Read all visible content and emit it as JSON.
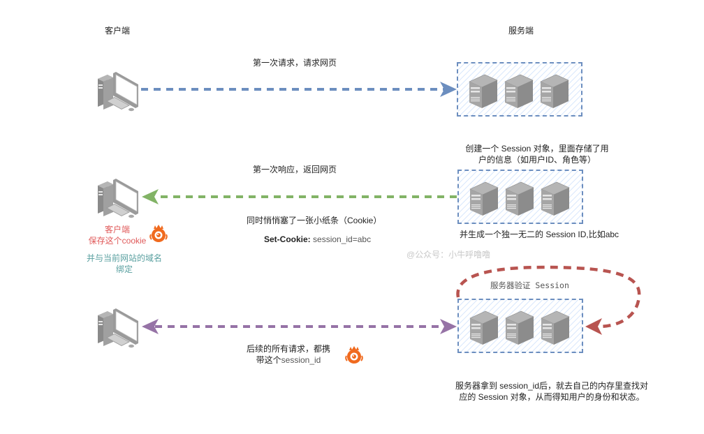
{
  "headers": {
    "client": "客户端",
    "server": "服务端"
  },
  "step1": {
    "label": "第一次请求，请求网页",
    "arrow_color": "#6c8ebf",
    "direction": "client-to-server"
  },
  "step2": {
    "server_note": "创建一个 Session 对象，里面存储了用户的信息（如用户ID、角色等）",
    "server_note_line1": "创建一个 Session 对象，里面存储了用",
    "server_note_line2": "户的信息（如用户ID、角色等）",
    "label": "第一次响应，返回网页",
    "arrow_color": "#82b366",
    "direction": "server-to-client",
    "cookie_note": "同时悄悄塞了一张小纸条（Cookie）",
    "set_cookie_key": "Set-Cookie:",
    "set_cookie_value": " session_id=abc",
    "server_bottom_note": "并生成一个独一无二的 Session ID,比如abc",
    "client_note_line1": "客户端",
    "client_note_line2": "保存这个cookie",
    "client_bind_line1": "并与当前网站的域名",
    "client_bind_line2": "绑定"
  },
  "watermark": "@公众号：小牛呼噜噜",
  "step3": {
    "verify_label": "服务器验证 Session",
    "verify_arrow_color": "#b85450",
    "label_line1": "后续的所有请求，都携",
    "label_line2_prefix": "带这个",
    "label_line2_code": "session_id",
    "arrow_color": "#9673a6",
    "direction": "bidirectional",
    "server_note_line1": "服务器拿到 session_id后，就去自己的内存里查找对",
    "server_note_line2": "应的 Session 对象，从而得知用户的身份和状态。"
  },
  "icons": {
    "client": "desktop-computer-icon",
    "server": "server-tower-icon",
    "cookie": "cookie-mascot-icon"
  },
  "colors": {
    "cookie_icon": "#f06a1e",
    "server_box_border": "#6c8ebf",
    "server_box_fill": "#dae8fc"
  }
}
